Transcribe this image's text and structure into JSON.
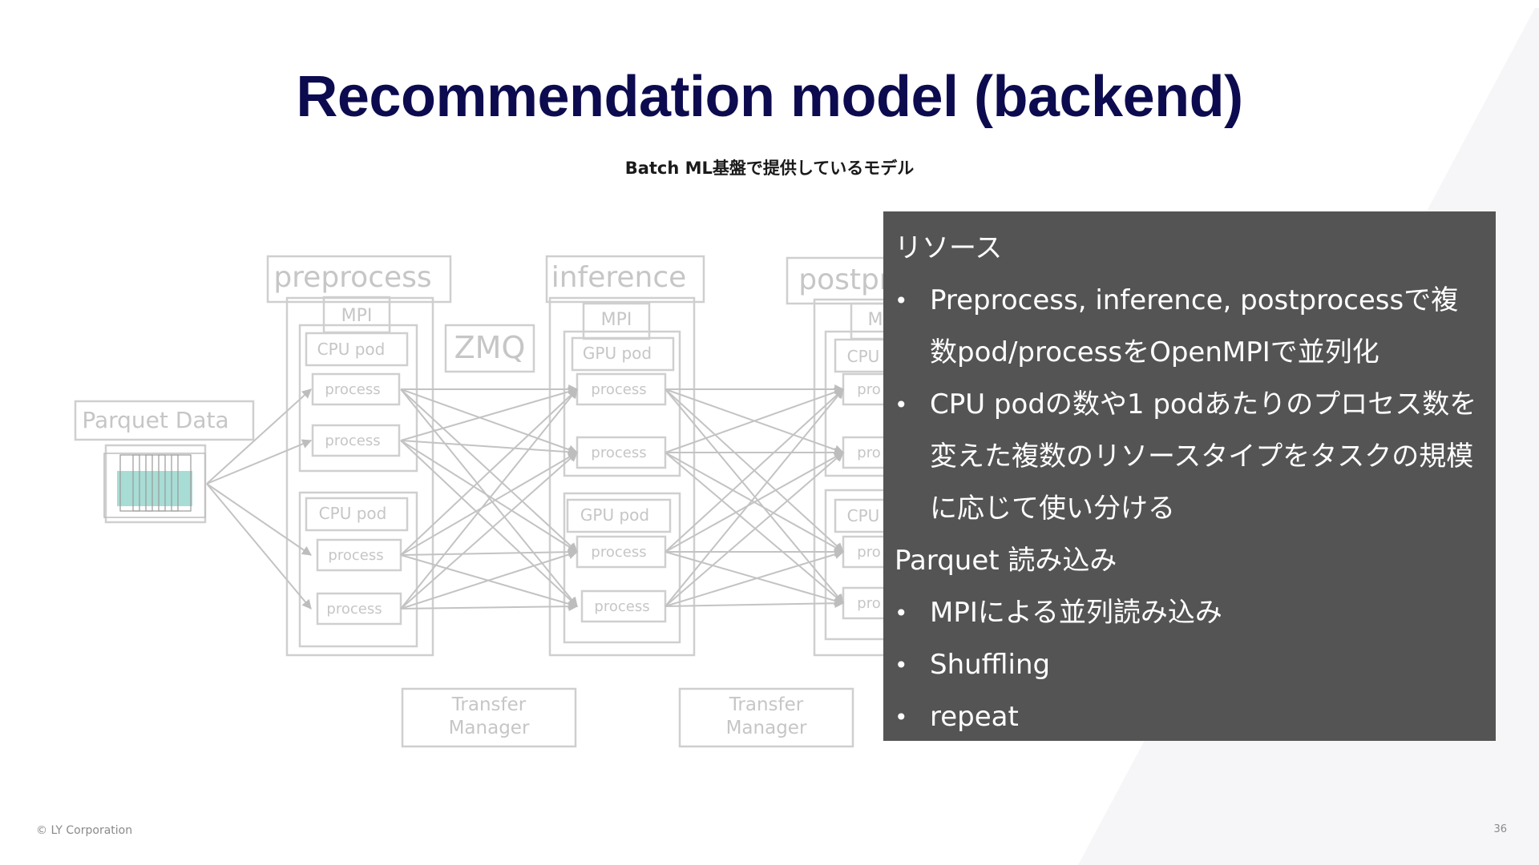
{
  "slide": {
    "title": "Recommendation model (backend)",
    "subtitle": "Batch ML基盤で提供しているモデル",
    "footer_copyright": "© LY Corporation",
    "page_number": "36"
  },
  "diagram": {
    "stages": [
      {
        "label": "preprocess",
        "framework": "MPI",
        "pods": [
          {
            "label": "CPU pod",
            "processes": [
              "process",
              "process"
            ]
          },
          {
            "label": "CPU pod",
            "processes": [
              "process",
              "process"
            ]
          }
        ]
      },
      {
        "label": "inference",
        "framework": "MPI",
        "pods": [
          {
            "label": "GPU pod",
            "processes": [
              "process",
              "process"
            ]
          },
          {
            "label": "GPU pod",
            "processes": [
              "process",
              "process"
            ]
          }
        ]
      },
      {
        "label": "postpr",
        "framework": "M",
        "pods": [
          {
            "label": "CPU",
            "processes": [
              "pro",
              "pro"
            ]
          },
          {
            "label": "CPU",
            "processes": [
              "pro",
              "pro"
            ]
          }
        ]
      }
    ],
    "connector_label": "ZMQ",
    "source_label": "Parquet Data",
    "transfer_managers": [
      "Transfer\nManager",
      "Transfer\nManager"
    ],
    "colors": {
      "line": "#c8c8c8",
      "text": "#c0c0c0",
      "parquet": "#a7ddd4"
    }
  },
  "panel": {
    "section1_heading": "リソース",
    "section1_items": [
      "Preprocess, inference, postprocessで複数pod/processをOpenMPIで並列化",
      "CPU podの数や1 podあたりのプロセス数を変えた複数のリソースタイプをタスクの規模に応じて使い分ける"
    ],
    "section2_heading": "Parquet 読み込み",
    "section2_items": [
      "MPIによる並列読み込み",
      "Shuffling",
      "repeat"
    ],
    "background": "#545454"
  }
}
